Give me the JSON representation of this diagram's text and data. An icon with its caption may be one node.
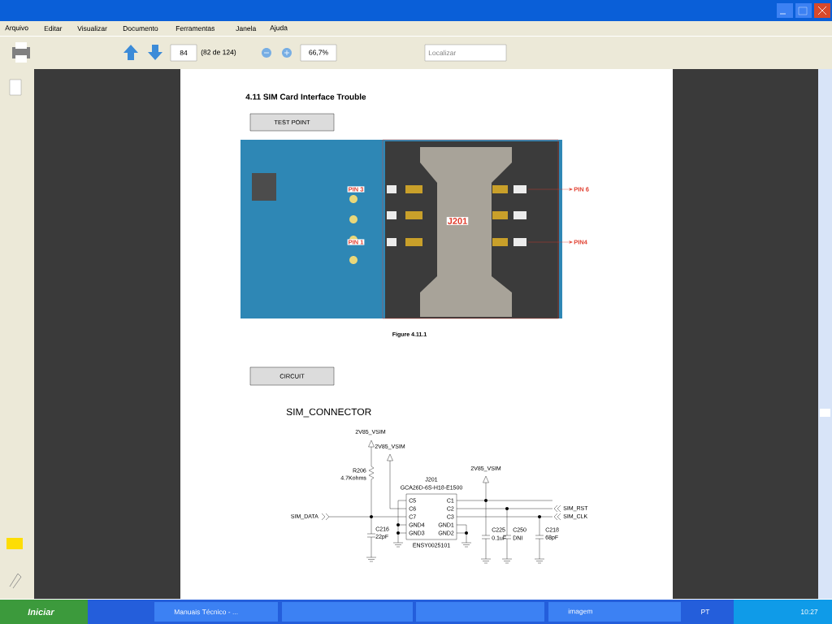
{
  "diagram": {
    "title": "4.11 SIM Card Interface Trouble",
    "caption": "Figure 4.11.1",
    "nodes": [
      {
        "text": [
          "TEST POINT"
        ]
      },
      {
        "text": [],
        "shape": "picture"
      },
      {
        "text": [
          "PIN 6"
        ]
      },
      {
        "text": [
          "PIN4"
        ]
      },
      {
        "text": [
          "CIRCUIT"
        ]
      },
      {
        "text": [
          "C5",
          "C6",
          "C7",
          "GND4",
          "GND3",
          "C1",
          "C2",
          "C3",
          "GND1",
          "GND2"
        ],
        "beside": [
          "J201",
          "GCA26D-6S-H18-E1500",
          "ENSY0025101"
        ]
      }
    ],
    "edges": [
      {
        "from": 1,
        "to": 2,
        "arrow": "to"
      },
      {
        "from": 1,
        "to": 3,
        "arrow": "to"
      }
    ],
    "labels": [
      "Arquivo",
      "Editar",
      "Visualizar",
      "Documento",
      "Ferramentas",
      "Janela",
      "Ajuda",
      "84",
      "(82 de 124)",
      "66,7%",
      "Localizar",
      "PIN 3",
      "J201",
      "PIN 1",
      "SIM_CONNECTOR",
      "2V85_VSIM",
      "2V85_VSIM",
      "R206",
      "4.7Kohms",
      "2V85_VSIM",
      "SIM_DATA",
      "C216",
      "22pF",
      "C225",
      "0.1uF",
      "C250",
      "DNI",
      "C218",
      "68pF",
      "SIM_RST",
      "SIM_CLK",
      "Iniciar",
      "Manuais Técnico - ...",
      "imagem",
      "PT",
      "10:27"
    ]
  }
}
